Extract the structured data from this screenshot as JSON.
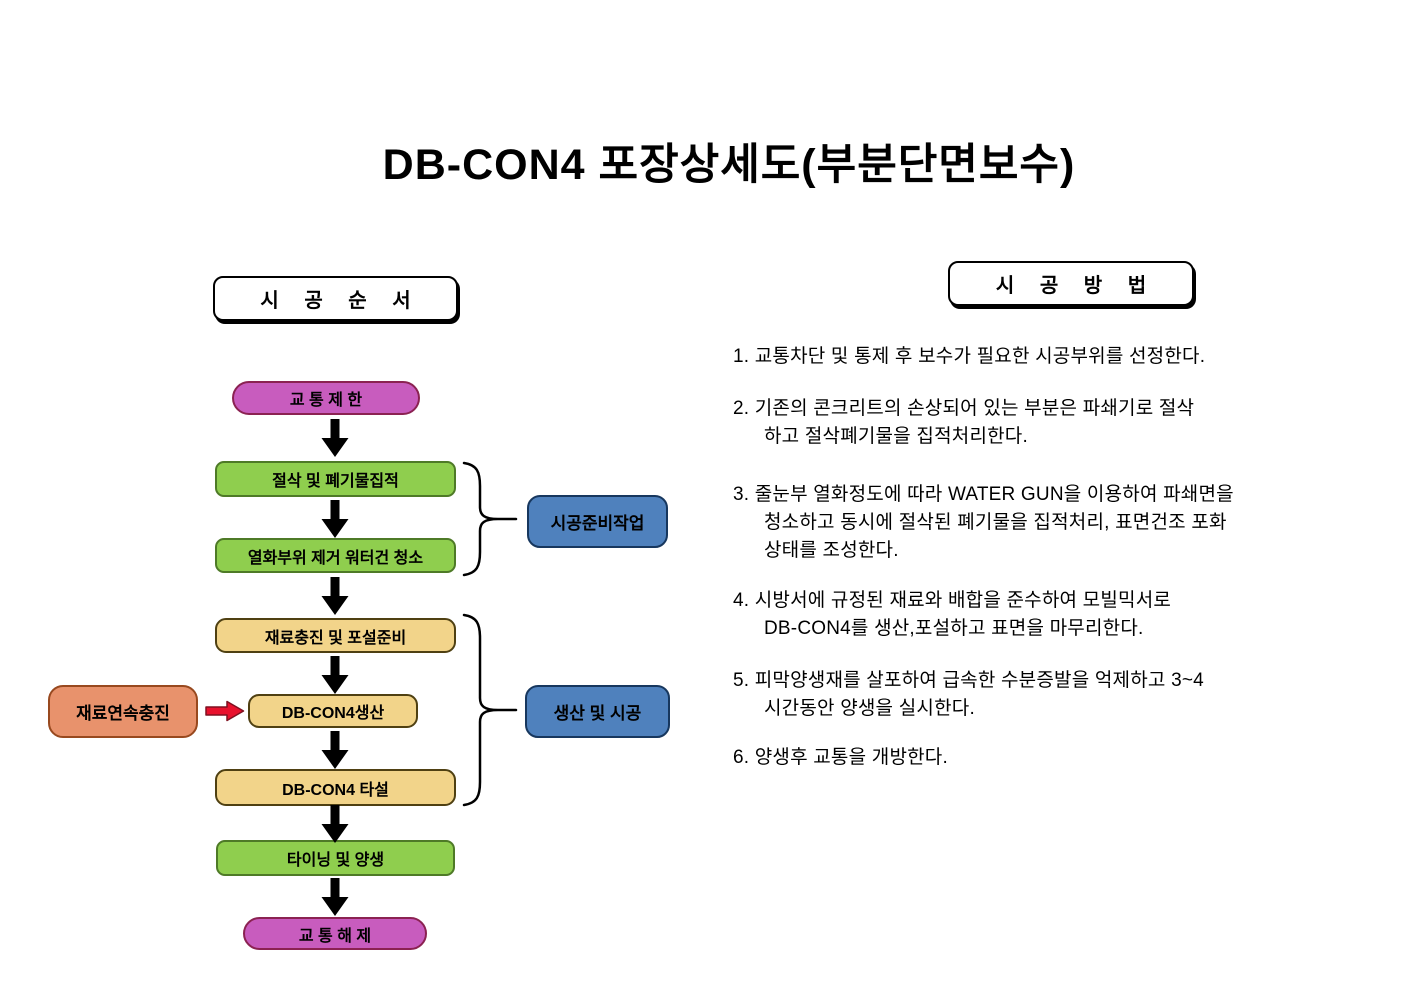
{
  "page_title": "DB-CON4 포장상세도(부분단면보수)",
  "flowchart": {
    "header": "시 공 순 서",
    "steps": [
      {
        "label": "교 통 제 한",
        "color": "#C85CBE"
      },
      {
        "label": "절삭 및 폐기물집적",
        "color": "#8FCE4E"
      },
      {
        "label": "열화부위 제거 워터건 청소",
        "color": "#8FCE4E"
      },
      {
        "label": "재료충진 및 포설준비",
        "color": "#F2D48A"
      },
      {
        "label": "DB-CON4생산",
        "color": "#F2D48A"
      },
      {
        "label": "DB-CON4 타설",
        "color": "#F2D48A"
      },
      {
        "label": "타이닝 및 양생",
        "color": "#8FCE4E"
      },
      {
        "label": "교 통 해 제",
        "color": "#C85CBE"
      }
    ],
    "side_input": {
      "label": "재료연속충진",
      "color": "#E8926C"
    },
    "phase_labels": [
      {
        "label": "시공준비작업",
        "color": "#4F81BD"
      },
      {
        "label": "생산 및 시공",
        "color": "#4F81BD"
      }
    ],
    "arrow_color": "#000000",
    "highlight_arrow_color": "#E8112D"
  },
  "method": {
    "header": "시 공 방 법",
    "items": [
      {
        "text": "1. 교통차단 및 통제 후 보수가 필요한 시공부위를 선정한다."
      },
      {
        "text": "2. 기존의 콘크리트의 손상되어 있는 부분은  파쇄기로 절삭\n하고 절삭폐기물을 집적처리한다."
      },
      {
        "text": "3. 줄눈부 열화정도에 따라 WATER GUN을 이용하여 파쇄면을\n청소하고 동시에 절삭된 폐기물을 집적처리, 표면건조 포화\n상태를 조성한다."
      },
      {
        "text": "4. 시방서에 규정된 재료와 배합을 준수하여 모빌믹서로\nDB-CON4를 생산,포설하고 표면을 마무리한다."
      },
      {
        "text": "5. 피막양생재를 살포하여 급속한 수분증발을 억제하고 3~4\n시간동안 양생을 실시한다."
      },
      {
        "text": "6. 양생후 교통을 개방한다."
      }
    ]
  }
}
